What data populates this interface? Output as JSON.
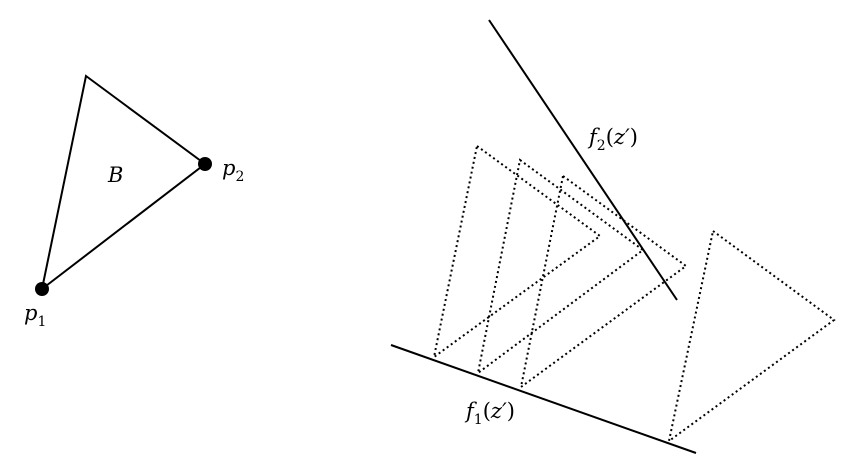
{
  "figure": {
    "left_panel": {
      "region_label": "B",
      "point1": {
        "symbol": "p",
        "subscript": "1"
      },
      "point2": {
        "symbol": "p",
        "subscript": "2"
      }
    },
    "right_panel": {
      "line1_label": {
        "func": "f",
        "subscript": "1",
        "open": "(",
        "arg": "z′",
        "close": ")"
      },
      "line2_label": {
        "func": "f",
        "subscript": "2",
        "open": "(",
        "arg": "z′",
        "close": ")"
      }
    },
    "colors": {
      "stroke": "#000000",
      "background": "#ffffff"
    }
  }
}
